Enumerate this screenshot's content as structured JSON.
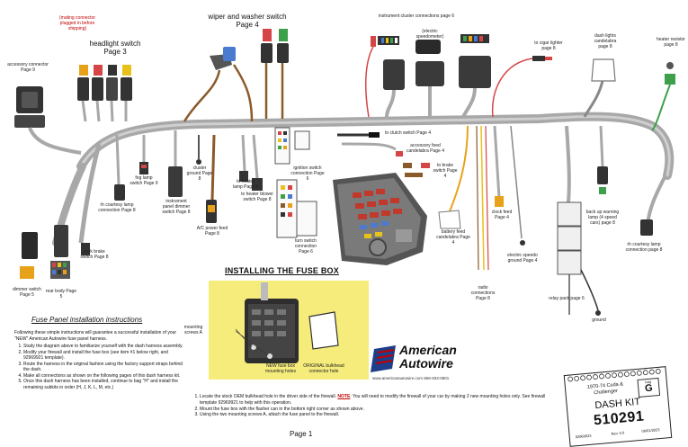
{
  "title": "Page 1",
  "mating_note": "(mating connector plugged in before shipping)",
  "components": {
    "accessory_connector": "accessory connector Page 9",
    "headlight_switch": "headlight switch",
    "headlight_switch_page": "Page 3",
    "wiper_switch": "wiper and washer switch",
    "wiper_switch_page": "Page 4",
    "instrument_cluster": "instrument cluster connections page 6",
    "electric_speedometer": "(electric speedometer)",
    "cigar_lighter": "to cigar lighter page 8",
    "dash_lights": "dash lights candelabra page 8",
    "heater_resistor": "heater resistor page 8",
    "clutch_switch": "to clutch switch Page 4",
    "accessory_feed": "accessory feed candelabra Page 4",
    "brake_switch": "to brake switch Page 4",
    "heater_lamp": "to heater lamp Page 8",
    "cluster_ground": "cluster ground Page 8",
    "instrument_dimmer": "instrument panel dimmer switch Page 8",
    "fog_lamp": "fog lamp switch Page 9",
    "rh_courtesy_lamp": "rh courtesy lamp connection Page 8",
    "park_brake": "park brake switch Page 8",
    "heater_blower": "to heater blower switch Page 8",
    "ac_power_feed": "A/C power feed Page 8",
    "ignition_switch": "ignition switch connection Page 6",
    "turn_switch": "turn switch connection Page 6",
    "battery_feed": "battery feed candelabra Page 4",
    "radio_connections": "radio connections Page 8",
    "clock_feed": "clock feed Page 4",
    "electric_speedo_ground": "electric speedo ground Page 4",
    "relay_pack": "relay pack page 6",
    "ground": "ground",
    "backup_lamp": "back up warning lamp (4 speed cars) page 8",
    "rh_courtesy_lamp_right": "rh courtesy lamp connection page 8",
    "dimmer_switch": "dimmer switch Page 5",
    "rear_body": "rear body Page 5"
  },
  "fuse_box": {
    "heading": "INSTALLING THE FUSE BOX",
    "mounting_screws": "mounting screws A",
    "new_holes": "NEW fuse box mounting holes",
    "original_hole": "ORIGINAL bulkhead connector hole"
  },
  "instructions": {
    "heading": "Fuse Panel installation instructions",
    "intro": "Following these simple instructions will guarantee a successful installation of your \"NEW\" American Autowire fuse panel harness.",
    "items": [
      "Study the diagram above to familiarize yourself with the dash harness assembly.",
      "Modify your firewall and install the fuse box (see item #1 below right, and 92969921 template).",
      "Route the harness in the original fashion using the factory support straps behind the dash.",
      "Make all connections as shown on the following pages of this dash harness kit.",
      "Once this dash harness has been installed, continue to bag \"H\" and install the remaining subkits in order (H, J, K, L, M, etc.)"
    ]
  },
  "steps": {
    "s1_pre": "Locate the stock OEM bulkhead hole in the driver side of the firewall.",
    "s1_note": "NOTE",
    "s1_post": ": You will need to modify the firewall of your car by making 2 new mounting holes only. See firewall template 92969921 to help with this operation.",
    "s2": "Mount the fuse box with the flasher can in the bottom right corner as shown above.",
    "s3": "Using the two mounting screws A, attach the fuse panel to the firewall."
  },
  "logo": {
    "name_line1": "American",
    "name_line2": "Autowire",
    "url": "www.americanautowire.com 856-933-0801"
  },
  "kit": {
    "model": "1970-74 Cuda & Challenger",
    "bag_label": "bag",
    "bag_letter": "G",
    "name": "DASH KIT",
    "number": "510291",
    "part": "92969923",
    "rev": "Rev. 0.0",
    "date": "06/01/2023"
  },
  "colors": {
    "harness": "#a8a8a8",
    "panel": "#f5ec7c",
    "fuse_box": "#c0392b",
    "accent": "#c00000"
  }
}
